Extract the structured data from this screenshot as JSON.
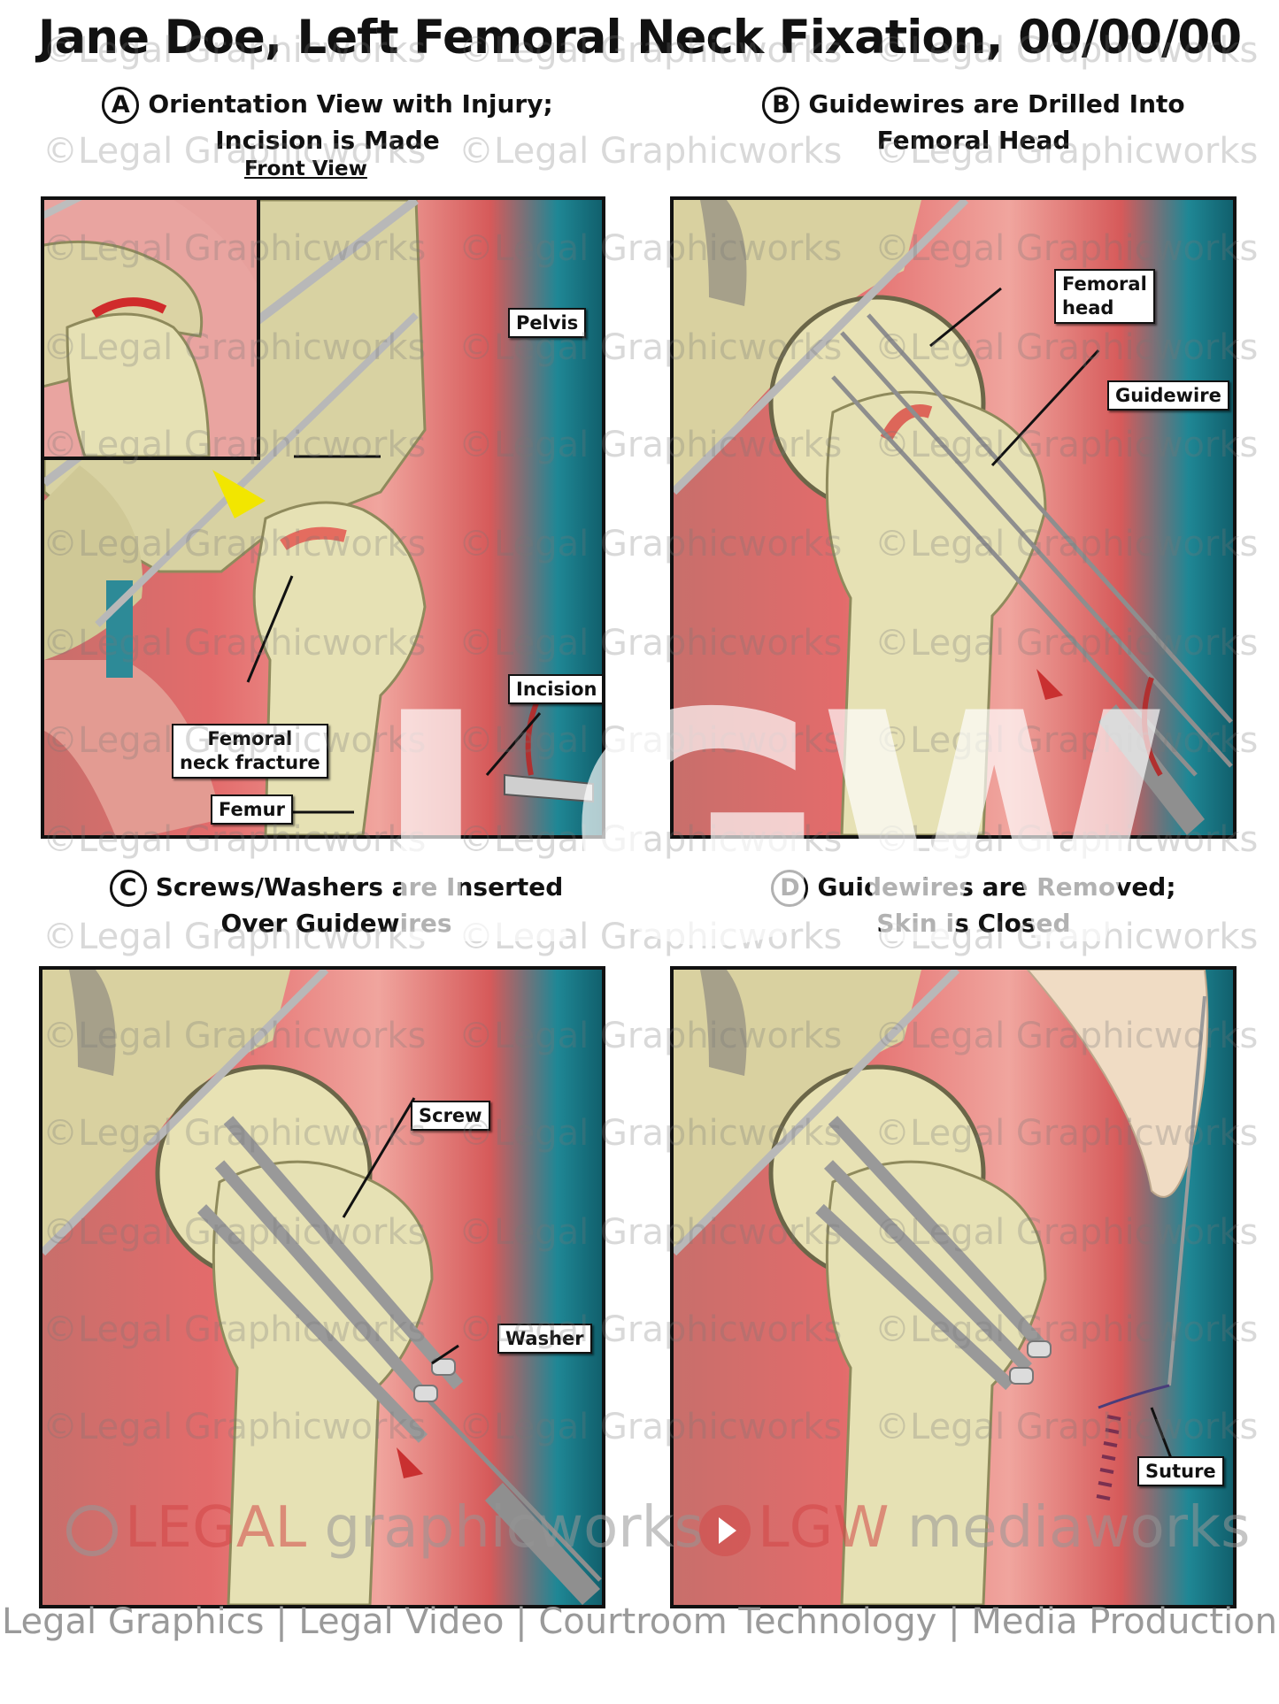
{
  "title": "Jane Doe, Left Femoral Neck Fixation, 00/00/00",
  "panels": {
    "a": {
      "letter": "A",
      "line1": "Orientation View with Injury;",
      "line2": "Incision is Made",
      "subview": "Front View",
      "labels": {
        "pelvis": "Pelvis",
        "incision": "Incision",
        "fracture": "Femoral\nneck fracture",
        "femur": "Femur"
      }
    },
    "b": {
      "letter": "B",
      "line1": "Guidewires are Drilled Into",
      "line2": "Femoral Head",
      "labels": {
        "femoral_head": "Femoral\nhead",
        "guidewire": "Guidewire"
      }
    },
    "c": {
      "letter": "C",
      "line1": "Screws/Washers are Inserted",
      "line2": "Over Guidewires",
      "labels": {
        "screw": "Screw",
        "washer": "Washer"
      }
    },
    "d": {
      "letter": "D",
      "line1": "Guidewires are Removed;",
      "line2": "Skin is Closed",
      "labels": {
        "suture": "Suture"
      }
    }
  },
  "watermark": "©Legal Graphicworks",
  "logo_text": "LGW",
  "brand_left": {
    "a": "LEGAL",
    "b": " graphicworks"
  },
  "brand_right": {
    "a": "LGW",
    "b": " mediaworks"
  },
  "footer": "Legal Graphics | Legal Video | Courtroom Technology | Media Production"
}
